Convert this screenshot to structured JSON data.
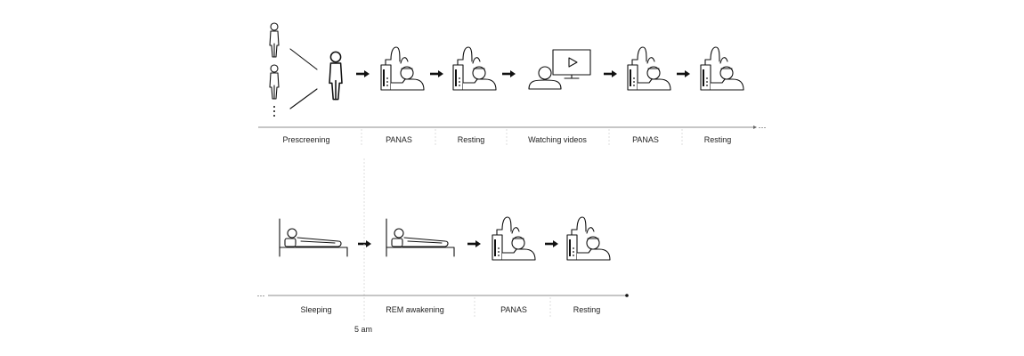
{
  "row1": {
    "labels": [
      "Prescreening",
      "PANAS",
      "Resting",
      "Watching videos",
      "PANAS",
      "Resting"
    ],
    "ellipsis": "···"
  },
  "row2": {
    "labels": [
      "Sleeping",
      "REM awakening",
      "PANAS",
      "Resting"
    ],
    "ellipsis": "···",
    "time_marker": "5 am"
  }
}
